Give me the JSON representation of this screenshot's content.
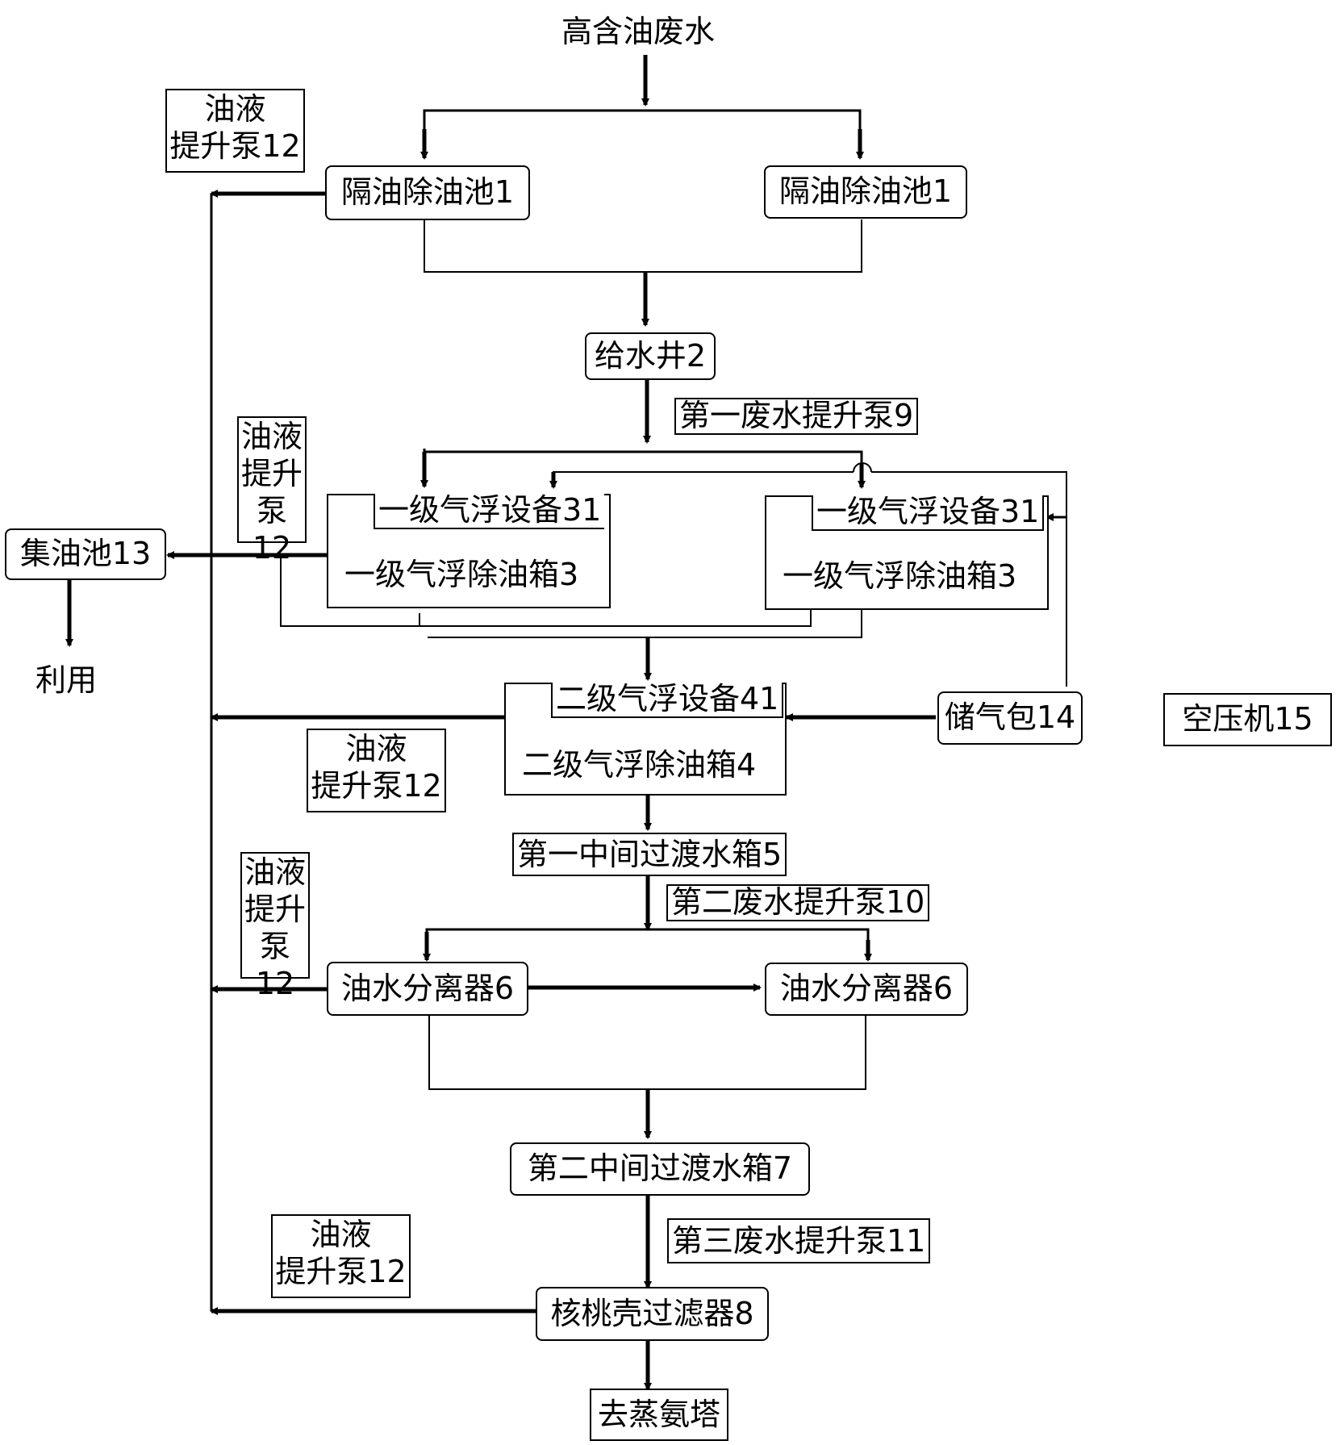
{
  "nodes": {
    "source": "高含油废水",
    "sep_pool_left": "隔油除油池1",
    "sep_pool_right": "隔油除油池1",
    "feed_well": "给水井2",
    "pump9": "第一废水提升泵9",
    "float_equip_left": "一级气浮设备31",
    "float_tank_left": "一级气浮除油箱3",
    "float_equip_right": "一级气浮设备31",
    "float_tank_right": "一级气浮除油箱3",
    "oil_pool": "集油池13",
    "use": "利用",
    "float2_equip": "二级气浮设备41",
    "float2_tank": "二级气浮除油箱4",
    "gas_tank": "储气包14",
    "compressor": "空压机15",
    "buffer1": "第一中间过渡水箱5",
    "pump10": "第二废水提升泵10",
    "ows_left": "油水分离器6",
    "ows_right": "油水分离器6",
    "buffer2": "第二中间过渡水箱7",
    "pump11": "第三废水提升泵11",
    "walnut_filter": "核桃壳过滤器8",
    "stripper": "去蒸氨塔"
  },
  "oil_pumps": [
    {
      "line1": "油液",
      "line2": "提升泵12"
    },
    {
      "line1": "油液",
      "line2": "提升",
      "line3": "泵12"
    },
    {
      "line1": "油液",
      "line2": "提升泵12"
    },
    {
      "line1": "油液",
      "line2": "提升",
      "line3": "泵12"
    },
    {
      "line1": "油液",
      "line2": "提升泵12"
    }
  ]
}
